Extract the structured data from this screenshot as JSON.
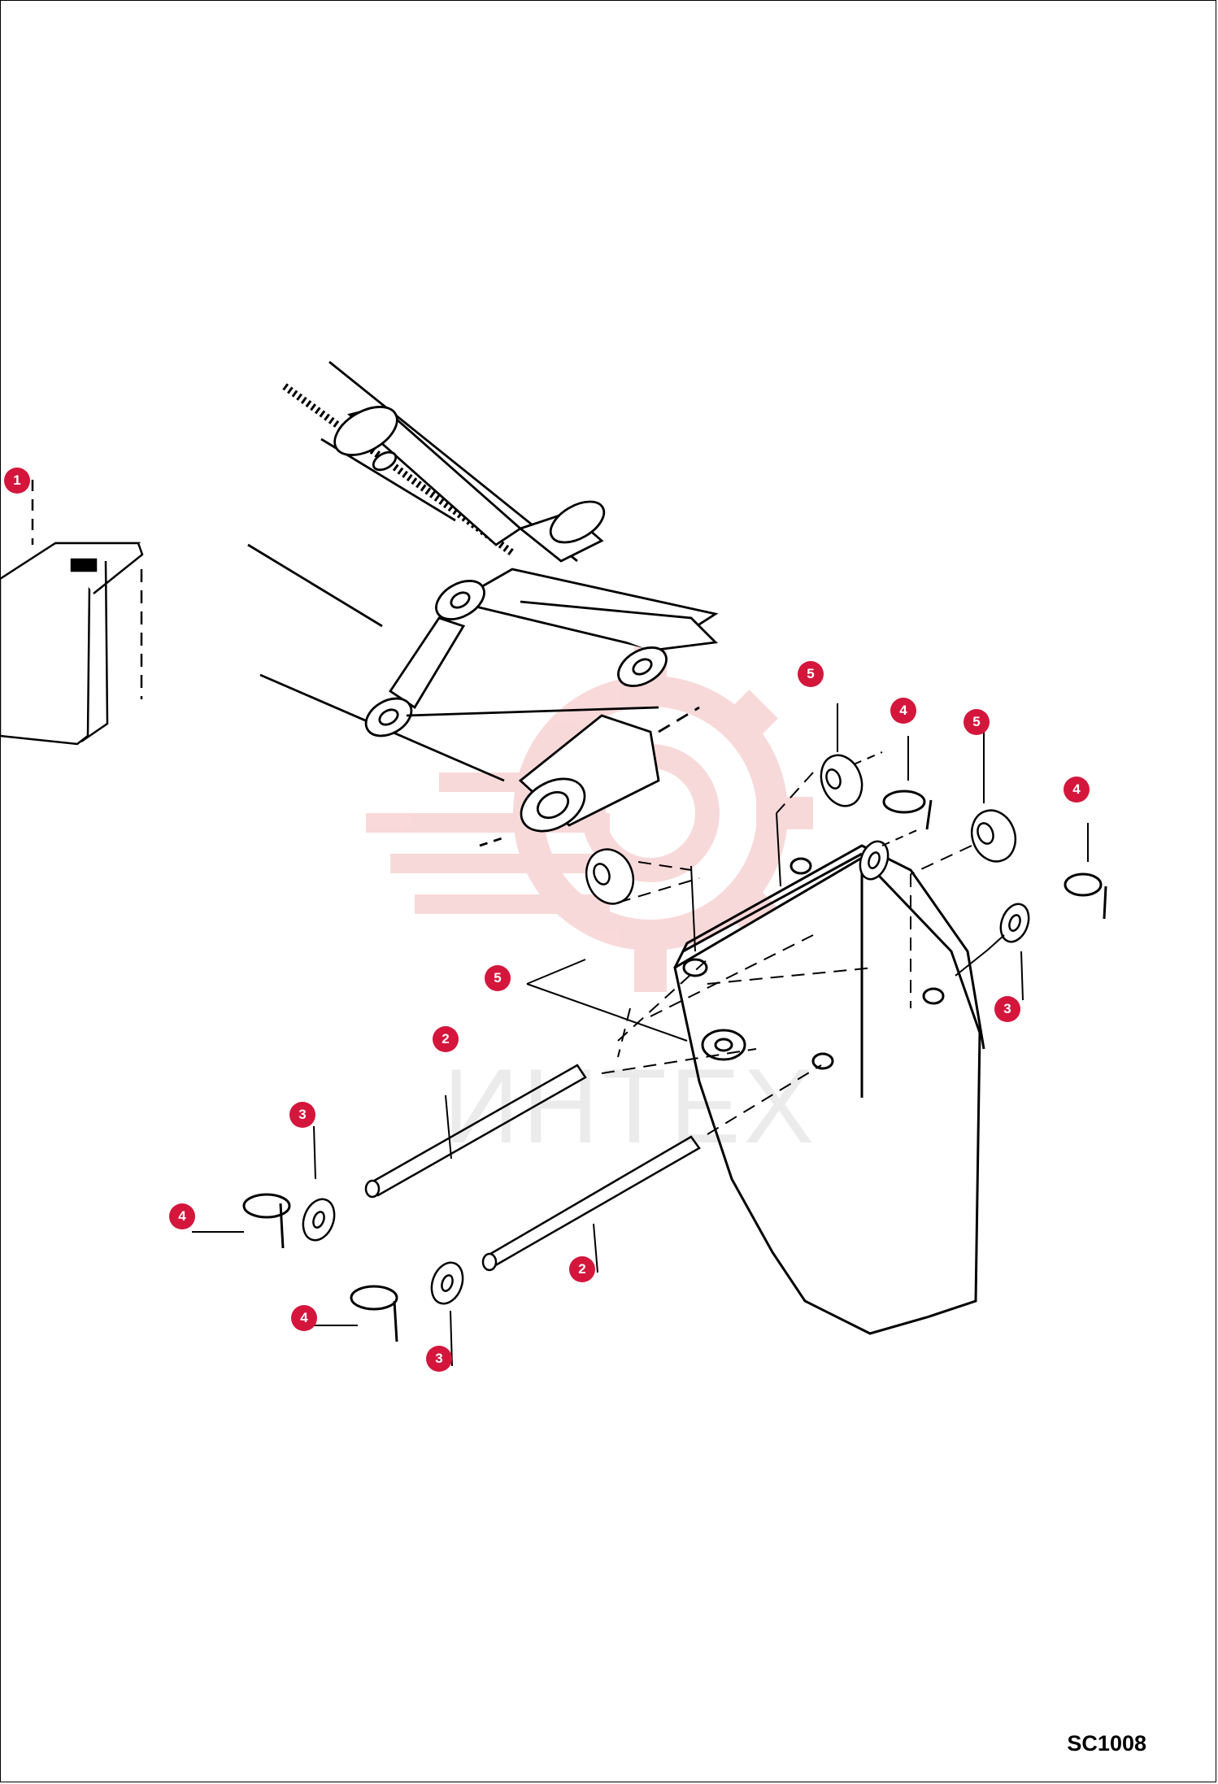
{
  "drawing_code": "SC1008",
  "watermark": "ИНТЕХ",
  "callouts": [
    {
      "id": "callout-1",
      "label": "1"
    },
    {
      "id": "callout-2-upper",
      "label": "2"
    },
    {
      "id": "callout-2-lower",
      "label": "2"
    },
    {
      "id": "callout-3-left",
      "label": "3"
    },
    {
      "id": "callout-3-bottom",
      "label": "3"
    },
    {
      "id": "callout-3-right",
      "label": "3"
    },
    {
      "id": "callout-4-left",
      "label": "4"
    },
    {
      "id": "callout-4-bottom",
      "label": "4"
    },
    {
      "id": "callout-4-top",
      "label": "4"
    },
    {
      "id": "callout-4-right",
      "label": "4"
    },
    {
      "id": "callout-5-top-left",
      "label": "5"
    },
    {
      "id": "callout-5-top-right",
      "label": "5"
    },
    {
      "id": "callout-5-lower",
      "label": "5"
    }
  ],
  "colors": {
    "callout": "#d4163c",
    "line": "#000000",
    "watermark": "#f0b8b8"
  }
}
